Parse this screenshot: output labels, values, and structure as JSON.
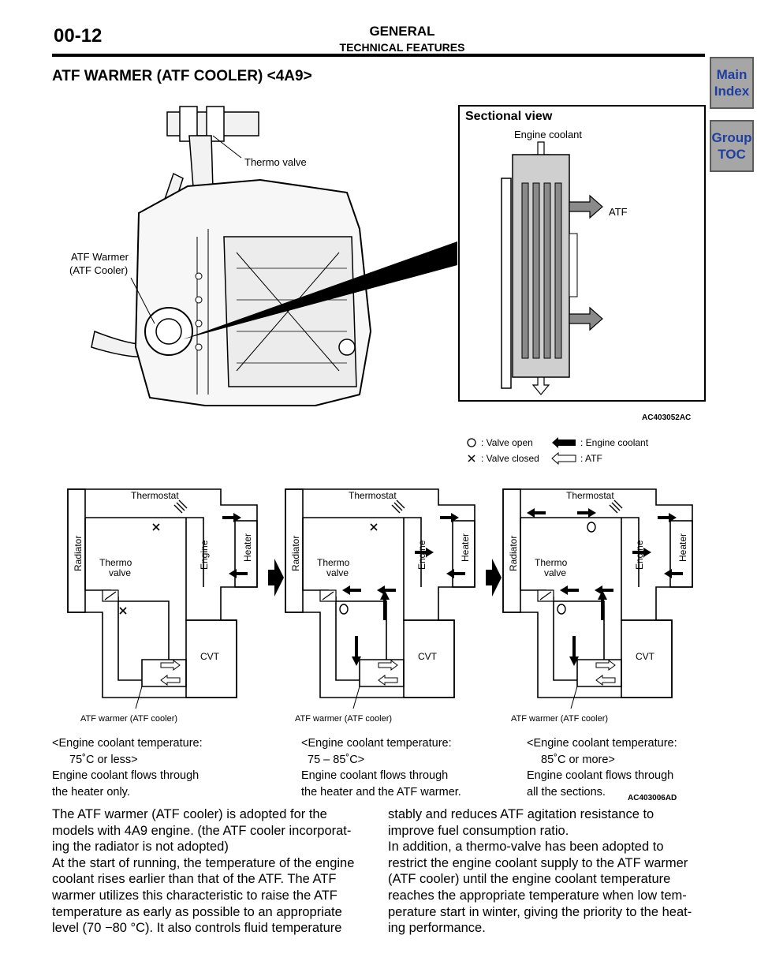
{
  "header": {
    "page_code": "00-12",
    "section": "GENERAL",
    "subsection": "TECHNICAL FEATURES"
  },
  "nav": {
    "main_index": [
      "Main",
      "Index"
    ],
    "group_toc": [
      "Group",
      "TOC"
    ]
  },
  "title": "ATF WARMER (ATF COOLER) <4A9>",
  "figure1": {
    "labels": {
      "thermo_valve": "Thermo valve",
      "atf_warmer": [
        "ATF Warmer",
        "(ATF Cooler)"
      ],
      "sectional_view": "Sectional view",
      "engine_coolant": "Engine coolant",
      "atf": "ATF"
    },
    "code": "AC403052AC"
  },
  "legend": {
    "valve_open": ": Valve open",
    "valve_closed": ": Valve closed",
    "engine_coolant": ": Engine coolant",
    "atf": ": ATF"
  },
  "figure2": {
    "labels": {
      "thermostat": "Thermostat",
      "radiator": "Radiator",
      "thermo_valve": [
        "Thermo",
        "valve"
      ],
      "engine": "Engine",
      "heater": "Heater",
      "cvt": "CVT",
      "atf_warmer": "ATF warmer (ATF cooler)"
    },
    "captions": [
      [
        "<Engine coolant temperature:",
        "75˚C or less>",
        "Engine coolant flows through",
        "the heater only."
      ],
      [
        "<Engine coolant temperature:",
        "75 – 85˚C>",
        "Engine coolant flows through",
        "the heater and the ATF warmer."
      ],
      [
        "<Engine coolant temperature:",
        "85˚C or more>",
        "Engine coolant flows through",
        "all the sections."
      ]
    ],
    "code": "AC403006AD"
  },
  "body": {
    "left": [
      "The ATF warmer (ATF cooler) is adopted for the",
      "models with 4A9 engine. (the ATF cooler incorporat-",
      "ing the radiator is not adopted)",
      "At the start of running, the temperature of the engine",
      "coolant rises earlier than that of the ATF. The ATF",
      "warmer utilizes this characteristic to raise the ATF",
      "temperature as early as possible to an appropriate",
      "level (70 −80 °C). It also controls fluid temperature"
    ],
    "right": [
      "stably and reduces ATF agitation resistance to",
      "improve fuel consumption ratio.",
      "In addition, a thermo-valve has been adopted to",
      "restrict the engine coolant supply to the ATF warmer",
      "(ATF cooler) until the engine coolant temperature",
      "reaches the appropriate temperature when low tem-",
      "perature start in winter, giving the priority to the heat-",
      "ing performance."
    ]
  }
}
